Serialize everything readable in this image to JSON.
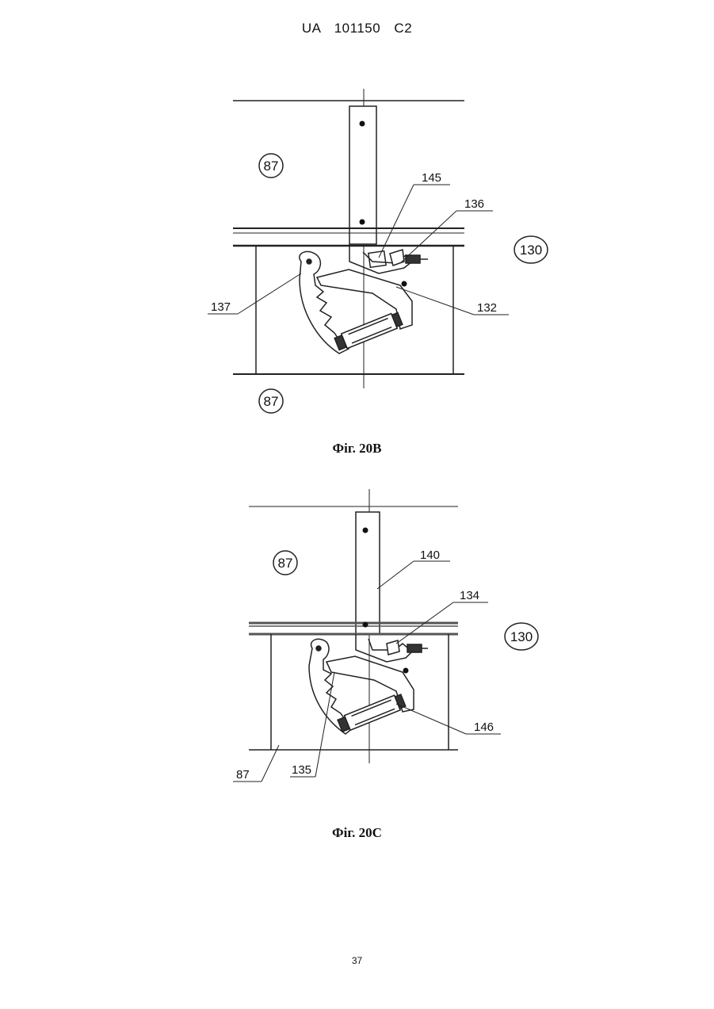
{
  "header": {
    "text": "UA   101150   C2"
  },
  "figures": [
    {
      "caption": "Фіг. 20B",
      "circled_labels": [
        "87",
        "130",
        "87"
      ],
      "leader_labels": [
        "145",
        "136",
        "137",
        "132"
      ]
    },
    {
      "caption": "Фіг. 20C",
      "circled_labels": [
        "87",
        "130"
      ],
      "leader_labels": [
        "140",
        "134",
        "146",
        "135",
        "87"
      ]
    }
  ],
  "footer": {
    "page_number": "37"
  }
}
